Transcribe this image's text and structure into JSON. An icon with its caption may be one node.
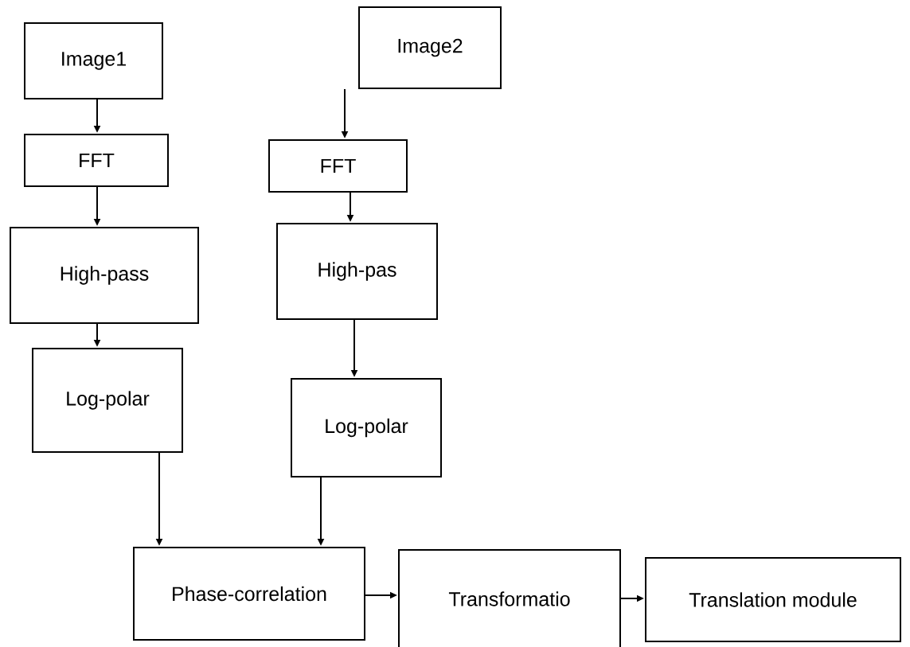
{
  "diagram": {
    "nodes": [
      {
        "text": [
          "Image1"
        ]
      },
      {
        "text": [
          "Image2"
        ]
      },
      {
        "text": [
          "FFT"
        ]
      },
      {
        "text": [
          "FFT"
        ]
      },
      {
        "text": [
          "High-pass"
        ]
      },
      {
        "text": [
          "High-pas"
        ]
      },
      {
        "text": [
          "Log-polar"
        ]
      },
      {
        "text": [
          "Log-polar"
        ]
      },
      {
        "text": [
          "Phase-correlation"
        ]
      },
      {
        "text": [
          "Transformatio"
        ]
      },
      {
        "text": [
          "Translation module"
        ]
      }
    ],
    "edges": [
      {
        "from": 0,
        "to": 2,
        "arrow": "to"
      },
      {
        "from": 2,
        "to": 4,
        "arrow": "to"
      },
      {
        "from": 4,
        "to": 6,
        "arrow": "to"
      },
      {
        "from": 6,
        "to": 8,
        "arrow": "to"
      },
      {
        "from": 1,
        "to": 3,
        "arrow": "to"
      },
      {
        "from": 3,
        "to": 5,
        "arrow": "to"
      },
      {
        "from": 5,
        "to": 7,
        "arrow": "to"
      },
      {
        "from": 7,
        "to": 8,
        "arrow": "to"
      },
      {
        "from": 8,
        "to": 9,
        "arrow": "to"
      },
      {
        "from": 9,
        "to": 10,
        "arrow": "to"
      }
    ]
  }
}
